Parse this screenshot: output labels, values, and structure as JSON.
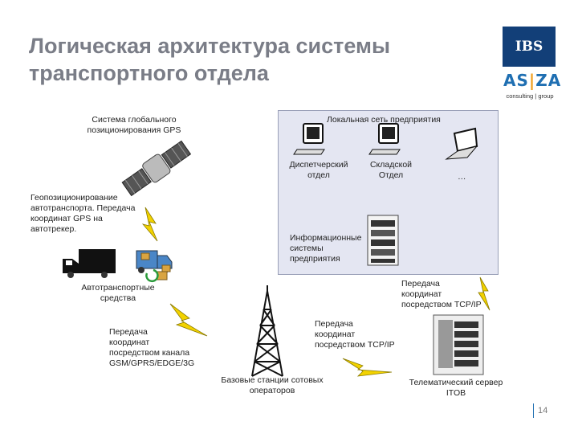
{
  "title": {
    "line1": "Логическая архитектура системы",
    "line2": "транспортного отдела"
  },
  "logo": {
    "ibs": "IBS",
    "asza_left": "AS",
    "asza_sep": "|",
    "asza_right": "ZA",
    "asza_sub": "consulting | group"
  },
  "nodes": {
    "gps_l1": "Система глобального",
    "gps_l2": "позиционирования GPS",
    "geo_l1": "Геопозиционирование",
    "geo_l2": "автотранспорта. Передача",
    "geo_l3": "координат GPS на",
    "geo_l4": "автотрекер.",
    "vehicles_l1": "Автотранспортные",
    "vehicles_l2": "средства",
    "gsm_l1": "Передача",
    "gsm_l2": "координат",
    "gsm_l3": "посредством канала",
    "gsm_l4": "GSM/GPRS/EDGE/3G",
    "bs_l1": "Базовые станции сотовых",
    "bs_l2": "операторов",
    "tcp1_l1": "Передача",
    "tcp1_l2": "координат",
    "tcp1_l3": "посредством TCP/IP",
    "tcp2_l1": "Передача",
    "tcp2_l2": "координат",
    "tcp2_l3": "посредством TCP/IP",
    "server_l1": "Телематический сервер",
    "server_l2": "ITOB",
    "lan_title": "Локальная сеть предприятия",
    "disp_l1": "Диспетчерский",
    "disp_l2": "отдел",
    "store_l1": "Складской",
    "store_l2": "Отдел",
    "etc": "…",
    "is_l1": "Информационные",
    "is_l2": "системы",
    "is_l3": "предприятия"
  },
  "page_number": "14"
}
